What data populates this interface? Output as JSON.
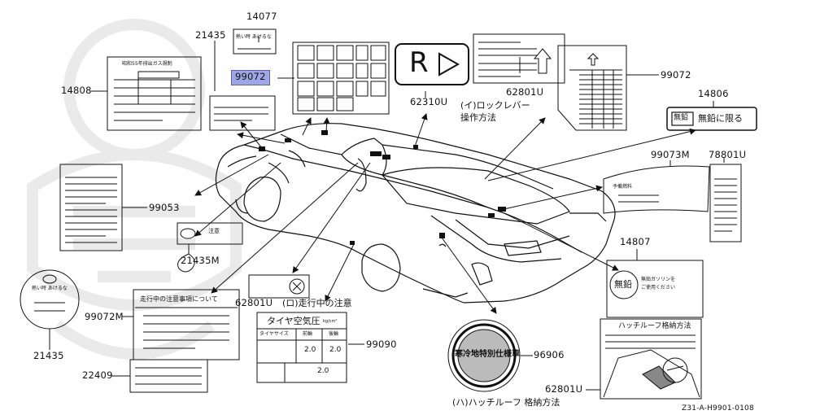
{
  "diagram_code": "Z31-A-H9901-0108",
  "parts": {
    "p14077": "14077",
    "p21435_top": "21435",
    "p99072_hl": "99072",
    "p14808": "14808",
    "p62310u": "62310U",
    "p62801u_top": "62801U",
    "p99072_right": "99072",
    "p14806": "14806",
    "p99073m": "99073M",
    "p78801u": "78801U",
    "p99053": "99053",
    "p21435m": "21435M",
    "p14807": "14807",
    "p99072m": "99072M",
    "p62801u_mid": "62801U",
    "p99090": "99090",
    "p96906": "96906",
    "p21435_bottom": "21435",
    "p22409": "22409",
    "p62801u_bottom": "62801U"
  },
  "captions": {
    "lock_lever_line1": "(イ)ロックレバー",
    "lock_lever_line2": "操作方法",
    "driving_caution": "(ロ)走行中の注意",
    "hatch_roof_storage": "(ハ)ハッチルーフ 格納方法"
  },
  "label_text": {
    "r_label": "R",
    "unleaded_small": "無鉛",
    "unleaded_only": "無鉛に限る",
    "unleaded_big": "無鉛",
    "unleaded_use_1": "無鉛ガソリンを",
    "unleaded_use_2": "ご使用ください",
    "tire_pressure_title": "タイヤ空気圧",
    "tire_pressure_unit": "kg/cm²",
    "tire_size": "タイヤサイズ",
    "front": "前輪",
    "rear": "後輪",
    "val_front": "2.0",
    "val_rear": "2.0",
    "val_spare": "2.0",
    "cold_region": "寒冷地特別仕様車",
    "hatch_title": "ハッチルーフ格納方法",
    "caution_driving": "走行中の注意事項について",
    "caution_short": "注意",
    "hot_caution": "熱い時 あけるな",
    "hot_caution2": "熱い時 あけるな",
    "emission_title": "昭和55年排出ガス規制",
    "reserve_title": "予備燃料"
  },
  "colors": {
    "highlight": "#9fa6e6",
    "ink": "#111111"
  }
}
